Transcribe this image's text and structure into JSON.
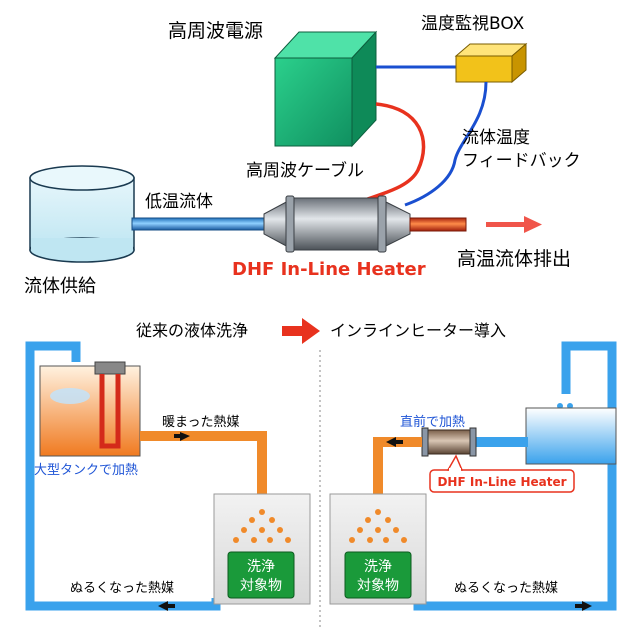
{
  "top": {
    "power_supply": "高周波電源",
    "temp_box": "温度監視BOX",
    "feedback_line1": "流体温度",
    "feedback_line2": "フィードバック",
    "cable": "高周波ケーブル",
    "low_temp_fluid": "低温流体",
    "fluid_supply": "流体供給",
    "heater_label": "DHF In-Line Heater",
    "outlet": "高温流体排出"
  },
  "bottom": {
    "conventional": "従来の液体洗浄",
    "inline_intro": "インラインヒーター導入",
    "warmed_medium": "暖まった熱媒",
    "big_tank_heating": "大型タンクで加熱",
    "cooled_medium_left": "ぬるくなった熱媒",
    "wash_object_left_1": "洗浄",
    "wash_object_left_2": "対象物",
    "heat_just_before": "直前で加熱",
    "heater_label": "DHF In-Line Heater",
    "wash_object_right_1": "洗浄",
    "wash_object_right_2": "対象物",
    "cooled_medium_right": "ぬるくなった熱媒"
  },
  "colors": {
    "pipe_blue": "#2f9be8",
    "pipe_orange": "#f08a2a",
    "hot_red": "#e8321e",
    "accent_red_text": "#e8321e",
    "power_green": "#1fb07a",
    "box_yellow": "#f2c21a",
    "label_blue": "#1f55d6",
    "wash_green": "#1a9a3a"
  }
}
